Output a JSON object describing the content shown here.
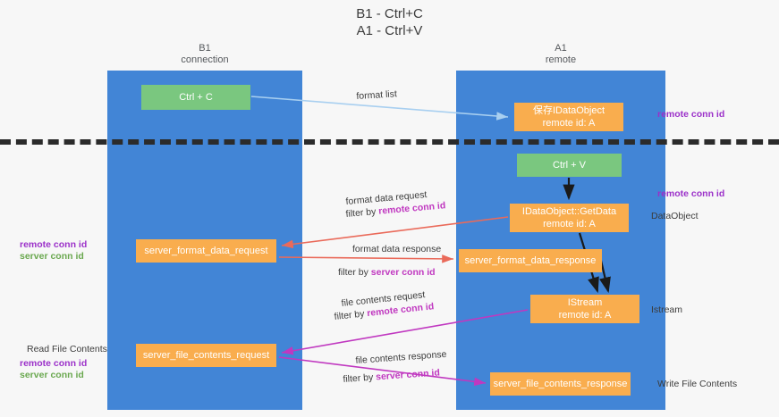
{
  "title": "B1 - Ctrl+C\nA1 - Ctrl+V",
  "columns": [
    {
      "name": "b1",
      "label": "B1\nconnection"
    },
    {
      "name": "a1",
      "label": "A1\nremote"
    }
  ],
  "nodes": {
    "ctrl_c": {
      "label": "Ctrl + C",
      "color": "#7ac77f",
      "lane": "b1"
    },
    "save_idataobject": {
      "label": "保存IDataObject\nremote id: A",
      "color": "#f9ad4e",
      "lane": "a1"
    },
    "ctrl_v": {
      "label": "Ctrl + V",
      "color": "#7ac77f",
      "lane": "a1"
    },
    "idataobject_getdata": {
      "label": "IDataObject::GetData\nremote id: A",
      "color": "#f9ad4e",
      "lane": "a1"
    },
    "server_format_data_request": {
      "label": "server_format_data_request",
      "color": "#f9ad4e",
      "lane": "b1"
    },
    "server_format_data_response": {
      "label": "server_format_data_response",
      "color": "#f9ad4e",
      "lane": "a1"
    },
    "istream": {
      "label": "IStream\nremote id: A",
      "color": "#f9ad4e",
      "lane": "a1"
    },
    "server_file_contents_request": {
      "label": "server_file_contents_request",
      "color": "#f9ad4e",
      "lane": "b1"
    },
    "server_file_contents_response": {
      "label": "server_file_contents_response",
      "color": "#f9ad4e",
      "lane": "a1"
    }
  },
  "edge_labels": {
    "format_list": "format list",
    "format_data_request": "format data request",
    "format_data_request_filter_prefix": "filter by ",
    "format_data_request_filter_key": "remote conn id",
    "format_data_response": "format data response",
    "format_data_response_filter_prefix": "filter by ",
    "format_data_response_filter_key": "server conn id",
    "file_contents_request": "file contents request",
    "file_contents_request_filter_prefix": "filter by ",
    "file_contents_request_filter_key": "remote conn id",
    "file_contents_response": "file contents response",
    "file_contents_response_filter_prefix": "filter by ",
    "file_contents_response_filter_key": "server conn id"
  },
  "annotations_right": {
    "remote_conn_id_top": "remote conn id",
    "remote_conn_id_mid": "remote conn id",
    "dataobject": "DataObject",
    "istream": "Istream",
    "write_file_contents": "Write File Contents"
  },
  "annotations_left": {
    "remote_conn_id": "remote conn id",
    "server_conn_id": "server conn id",
    "read_file_contents": "Read File Contents",
    "remote_conn_id_2": "remote conn id",
    "server_conn_id_2": "server conn id"
  },
  "colors": {
    "lane": "#4285d6",
    "node_green": "#7ac77f",
    "node_orange": "#f9ad4e",
    "key_remote": "#9b30c9",
    "key_server": "#6aa84f",
    "arrow_format_list": "#a8cff0",
    "arrow_format_data": "#ea6a5a",
    "arrow_file_contents": "#c038c0",
    "arrow_black": "#1a1a1a",
    "divider": "#2b2b2b",
    "background": "#f7f7f7"
  }
}
